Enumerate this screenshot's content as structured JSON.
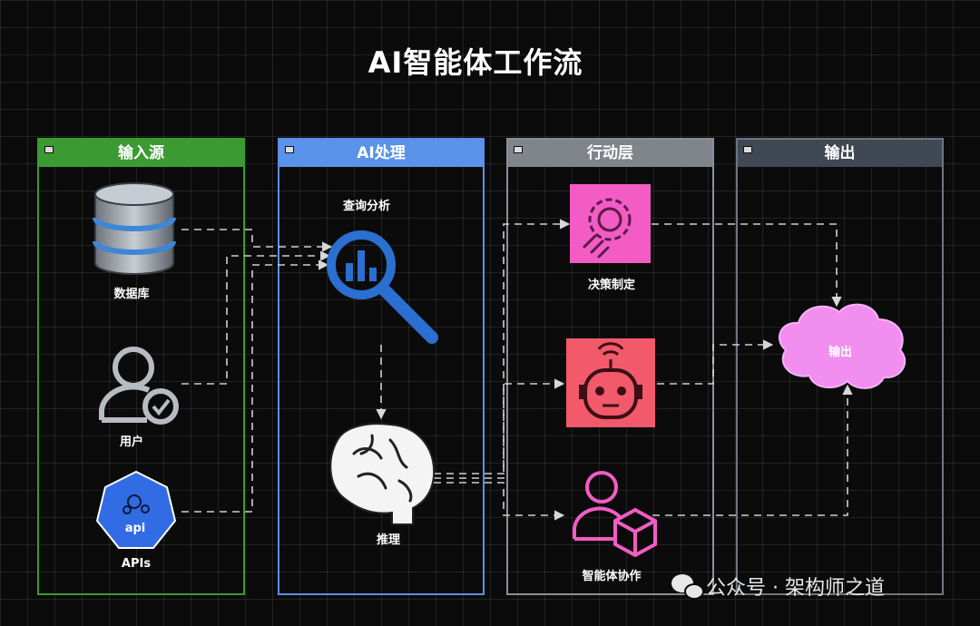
{
  "title": "AI智能体工作流",
  "lanes": {
    "input": "输入源",
    "ai": "AI处理",
    "action": "行动层",
    "output": "输出"
  },
  "nodes": {
    "database": "数据库",
    "user": "用户",
    "apis": "APIs",
    "api_badge": "api",
    "query": "查询分析",
    "reasoning": "推理",
    "decision": "决策制定",
    "collab": "智能体协作",
    "output": "输出"
  },
  "colors": {
    "input_lane": "#3c9a32",
    "ai_lane": "#5b93ea",
    "action_lane": "#80858c",
    "output_lane": "#3f4853",
    "decision_box": "#f25cc4",
    "robot_box": "#f2596a",
    "cloud": "#f28ef0",
    "magnifier": "#2b6fd1",
    "kubernetes_blue": "#326ce5"
  },
  "watermark": "公众号 · 架构师之道"
}
